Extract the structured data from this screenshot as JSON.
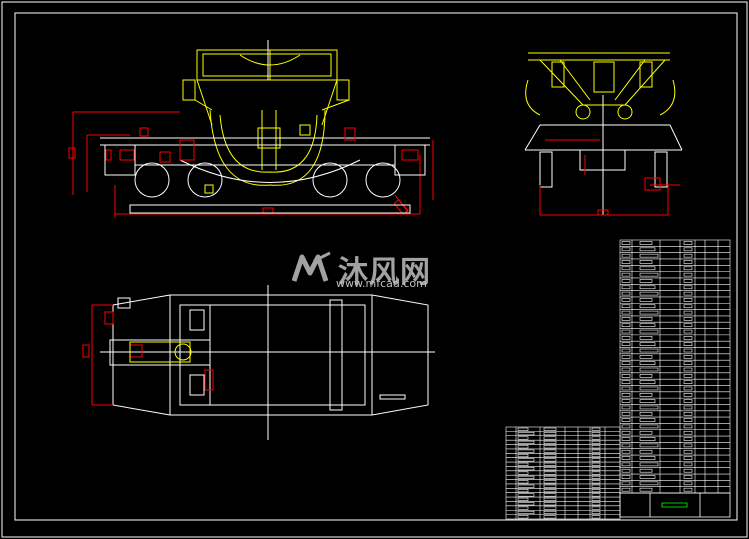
{
  "watermark": {
    "brand": "沐风网",
    "url": "www.mfcad.com"
  },
  "colors": {
    "background": "#000000",
    "frame": "#ffffff",
    "yellow": "#ffff00",
    "red": "#ff0000",
    "white": "#ffffff",
    "green": "#00ff00",
    "watermark": "#bfbfbf"
  },
  "views": [
    "side-elevation-view",
    "end-view",
    "plan-view"
  ],
  "parts_table": {
    "upper_rows": 40,
    "lower_rows": 21
  }
}
